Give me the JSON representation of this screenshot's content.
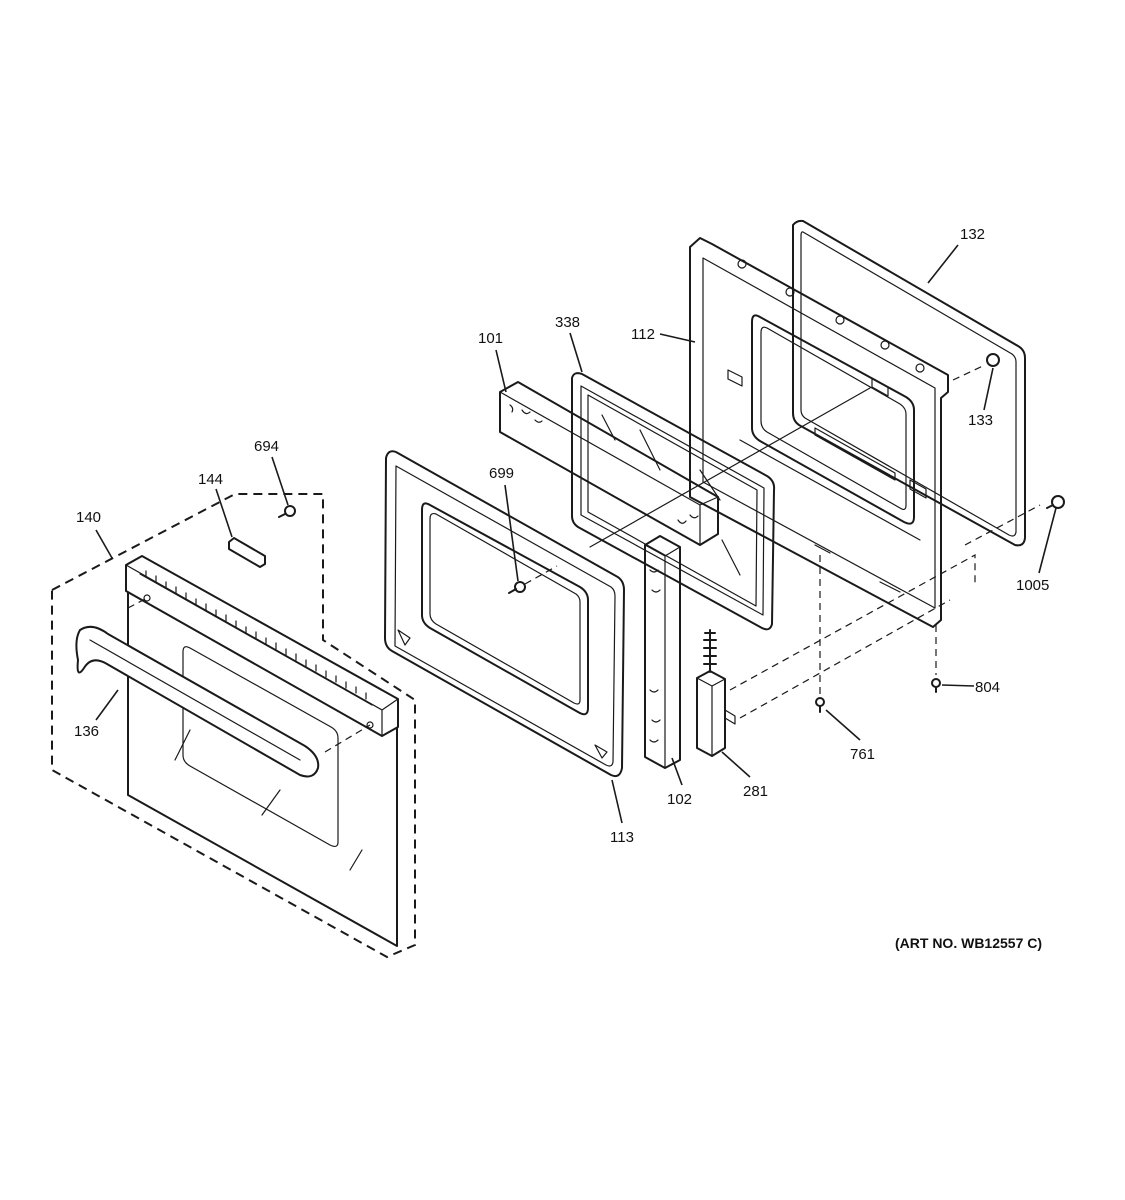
{
  "diagram": {
    "part_numbers": {
      "p132": "132",
      "p101": "101",
      "p338": "338",
      "p112": "112",
      "p133": "133",
      "p694": "694",
      "p144": "144",
      "p699": "699",
      "p140": "140",
      "p1005": "1005",
      "p804": "804",
      "p136": "136",
      "p761": "761",
      "p281": "281",
      "p102": "102",
      "p113": "113"
    },
    "art_number": "(ART NO. WB12557 C)"
  }
}
